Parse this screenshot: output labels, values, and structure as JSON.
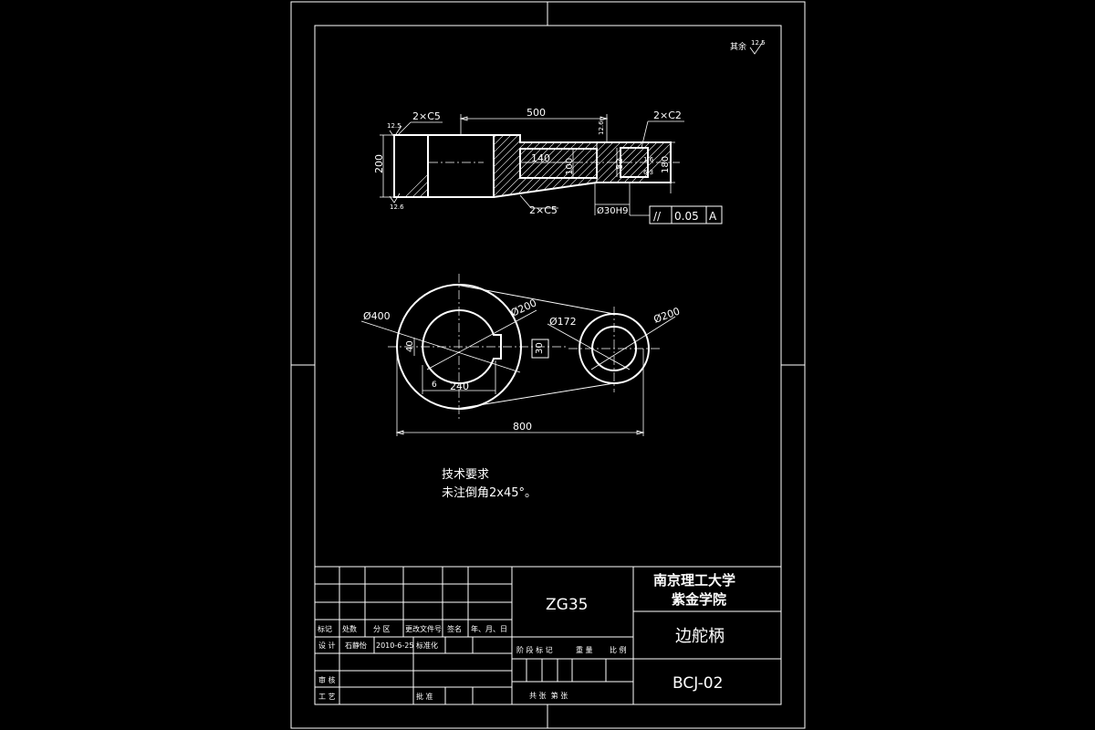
{
  "surface_note": {
    "label": "其余",
    "value": "12.5"
  },
  "top_view": {
    "dim_length": "500",
    "dim_height": "200",
    "dim_bore_depth": "140",
    "dim_inner_1": "100",
    "dim_inner_2": "82",
    "dim_right_height": "180",
    "chamfer_left": "2×C5",
    "chamfer_bottom": "2×C5",
    "chamfer_right": "2×C2",
    "rough_left_top": "12.5",
    "rough_left_bottom": "12.6",
    "rough_right_top": "1.6",
    "rough_right_bottom": "6.3",
    "rough_top_small": "12.6",
    "bore_fit": "Ø30H9",
    "tolerance": {
      "symbol": "//",
      "value": "0.05",
      "datum": "A"
    }
  },
  "bottom_view": {
    "dia_outer_left": "Ø400",
    "dia_inner_left": "Ø200",
    "dia_hole": "Ø172",
    "dia_right": "Ø200",
    "dim_keyway": "40",
    "dim_slot": "30",
    "dim_240": "240",
    "dim_800": "800",
    "mark_6": "6"
  },
  "tech_requirements": {
    "title": "技术要求",
    "line1": "未注倒角2x45°。"
  },
  "title_block": {
    "material": "ZG35",
    "school_line1": "南京理工大学",
    "school_line2": "紫金学院",
    "part_name": "边舵柄",
    "drawing_no": "BCJ-02",
    "rev_headers": [
      "标记",
      "处数",
      "分 区",
      "更改文件号",
      "签名",
      "年、月、日"
    ],
    "design_label": "设 计",
    "designer": "石静怡",
    "design_date": "2010-6-25",
    "std_label": "标准化",
    "review_label": "审 核",
    "process_label": "工 艺",
    "approve_label": "批 准",
    "stage_headers": [
      "阶 段 标 记",
      "重 量",
      "比 例"
    ],
    "sheet_label": "共 张  第 张"
  }
}
